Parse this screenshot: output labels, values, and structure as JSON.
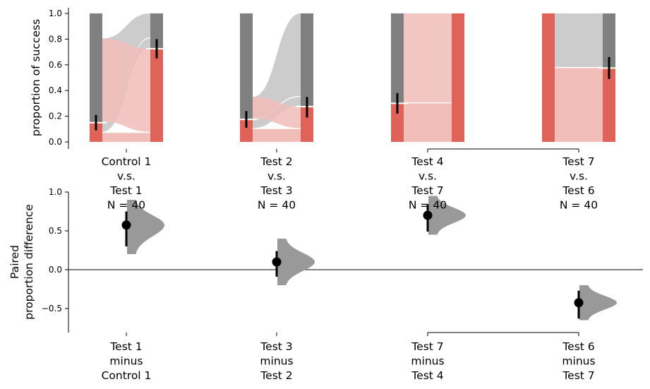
{
  "colors": {
    "grey_bar": "#808080",
    "grey_flow": "#cccccc",
    "red_bar": "#e0635a",
    "red_flow": "#f0bdb9",
    "violin": "#999999"
  },
  "chart_data": [
    {
      "type": "bar",
      "chart": "paired proportion sankey",
      "ylabel": "proportion of success",
      "ylim": [
        0,
        1
      ],
      "yticks": [
        "0.0",
        "0.2",
        "0.4",
        "0.6",
        "0.8",
        "1.0"
      ],
      "yvalues": [
        0,
        0.2,
        0.4,
        0.6,
        0.8,
        1.0
      ],
      "groups": [
        {
          "label": [
            "Control 1",
            "v.s.",
            "Test 1",
            "N = 40"
          ],
          "left": {
            "name": "Control 1",
            "prop": 0.15,
            "ci": [
              0.09,
              0.21
            ]
          },
          "right": {
            "name": "Test 1",
            "prop": 0.725,
            "ci": [
              0.65,
              0.8
            ]
          },
          "flows": {
            "ss": 0.07,
            "sf": 0.08,
            "fs": 0.655,
            "ff": 0.195
          }
        },
        {
          "label": [
            "Test 2",
            "v.s.",
            "Test 3",
            "N = 40"
          ],
          "left": {
            "name": "Test 2",
            "prop": 0.175,
            "ci": [
              0.11,
              0.24
            ]
          },
          "right": {
            "name": "Test 3",
            "prop": 0.275,
            "ci": [
              0.19,
              0.35
            ]
          },
          "flows": {
            "ss": 0.1,
            "sf": 0.075,
            "fs": 0.175,
            "ff": 0.65
          }
        },
        {
          "label": [
            "Test 4",
            "v.s.",
            "Test 7",
            "N = 40"
          ],
          "left": {
            "name": "Test 4",
            "prop": 0.3,
            "ci": [
              0.22,
              0.38
            ]
          },
          "right": {
            "name": "Test 7",
            "prop": 1.0,
            "ci": [
              1.0,
              1.0
            ]
          },
          "flows": {
            "ss": 0.3,
            "sf": 0.0,
            "fs": 0.7,
            "ff": 0.0
          }
        },
        {
          "label": [
            "Test 7",
            "v.s.",
            "Test 6",
            "N = 40"
          ],
          "left": {
            "name": "Test 7",
            "prop": 1.0,
            "ci": [
              1.0,
              1.0
            ]
          },
          "right": {
            "name": "Test 6",
            "prop": 0.575,
            "ci": [
              0.49,
              0.66
            ]
          },
          "flows": {
            "ss": 0.575,
            "sf": 0.425,
            "fs": 0.0,
            "ff": 0.0
          }
        }
      ]
    },
    {
      "type": "scatter",
      "chart": "paired difference estimation",
      "ylabel": [
        "Paired",
        "proportion difference"
      ],
      "ylim": [
        -0.82,
        1.0
      ],
      "yticks": [
        "−0.5",
        "0.0",
        "0.5",
        "1.0"
      ],
      "yvalues": [
        -0.5,
        0.0,
        0.5,
        1.0
      ],
      "zero_line": 0,
      "points": [
        {
          "label": [
            "Test 1",
            "minus",
            "Control 1"
          ],
          "diff": 0.575,
          "ci": [
            0.3,
            0.75
          ],
          "dist_min": 0.2,
          "dist_max": 0.9
        },
        {
          "label": [
            "Test 3",
            "minus",
            "Test 2"
          ],
          "diff": 0.1,
          "ci": [
            -0.09,
            0.24
          ],
          "dist_min": -0.2,
          "dist_max": 0.4
        },
        {
          "label": [
            "Test 7",
            "minus",
            "Test 4"
          ],
          "diff": 0.7,
          "ci": [
            0.49,
            0.84
          ],
          "dist_min": 0.45,
          "dist_max": 0.95
        },
        {
          "label": [
            "Test 6",
            "minus",
            "Test 7"
          ],
          "diff": -0.425,
          "ci": [
            -0.63,
            -0.27
          ],
          "dist_min": -0.65,
          "dist_max": -0.2
        }
      ]
    }
  ]
}
